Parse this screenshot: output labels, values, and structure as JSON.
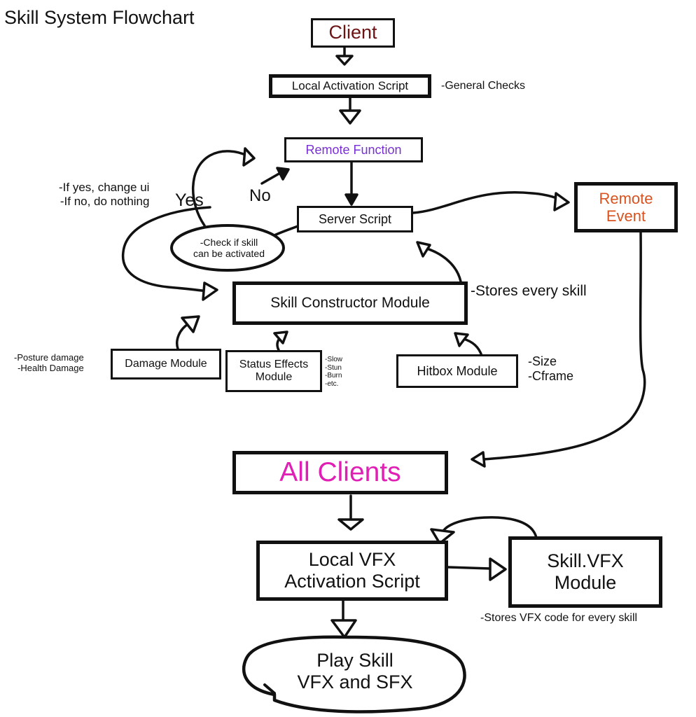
{
  "title": "Skill System Flowchart",
  "nodes": {
    "client": "Client",
    "local_activation": "Local Activation Script",
    "remote_function": "Remote Function",
    "server_script": "Server Script",
    "remote_event": "Remote\nEvent",
    "skill_constructor": "Skill Constructor Module",
    "damage_module": "Damage Module",
    "status_effects": "Status Effects\nModule",
    "hitbox_module": "Hitbox Module",
    "all_clients": "All Clients",
    "local_vfx": "Local VFX\nActivation Script",
    "skill_vfx": "Skill.VFX\nModule",
    "play_skill": "Play Skill\nVFX and SFX",
    "check_skill": "-Check if skill\ncan be activated"
  },
  "annotations": {
    "general_checks": "-General Checks",
    "yes": "Yes",
    "no": "No",
    "if_yes_no": "-If yes, change ui\n-If no, do nothing",
    "stores_every_skill": "-Stores every skill",
    "damage_notes": "-Posture damage\n-Health Damage",
    "status_notes": "-Slow\n-Stun\n-Burn\n-etc.",
    "hitbox_notes": "-Size\n-Cframe",
    "vfx_notes": "-Stores VFX code for every skill"
  },
  "colors": {
    "client": "#6b1414",
    "remote_function": "#7a2fd6",
    "remote_event": "#d8531f",
    "all_clients": "#e020b4",
    "ink": "#111111"
  }
}
